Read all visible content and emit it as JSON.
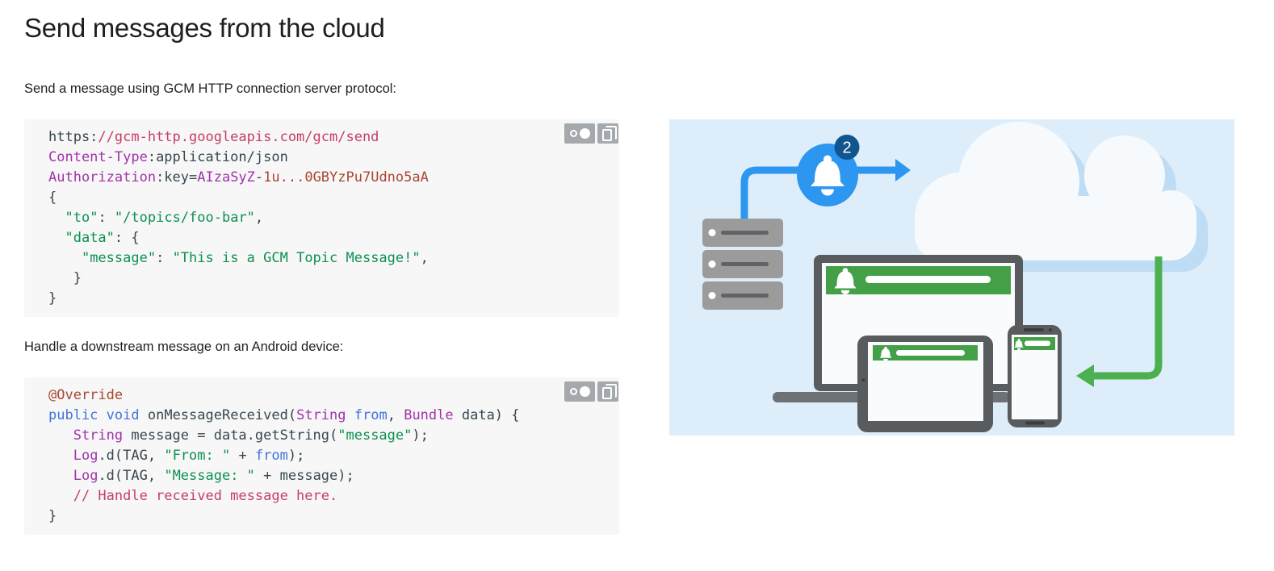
{
  "page": {
    "title": "Send messages from the cloud",
    "intro_http": "Send a message using GCM HTTP connection server protocol:",
    "intro_android": "Handle a downstream message on an Android device:"
  },
  "code_blocks": [
    {
      "id": "gcm-http-request",
      "actions": [
        {
          "name": "code-theme-toggle-button",
          "icon": "theme-toggle-circles-icon"
        },
        {
          "name": "copy-code-button",
          "icon": "copy-icon"
        }
      ],
      "lines": [
        [
          [
            "pln",
            "https:"
          ],
          [
            "com",
            "//gcm-http.googleapis.com/gcm/send"
          ]
        ],
        [
          [
            "typ",
            "Content-Type"
          ],
          [
            "pln",
            ":application/json"
          ]
        ],
        [
          [
            "typ",
            "Authorization"
          ],
          [
            "pln",
            ":key="
          ],
          [
            "typ",
            "AIzaSyZ"
          ],
          [
            "pln",
            "-"
          ],
          [
            "lit",
            "1u...0GBYzPu7Udno5aA"
          ]
        ],
        [
          [
            "pln",
            "{"
          ]
        ],
        [
          [
            "pln",
            "  "
          ],
          [
            "str",
            "\"to\""
          ],
          [
            "pln",
            ": "
          ],
          [
            "str",
            "\"/topics/foo-bar\""
          ],
          [
            "pln",
            ","
          ]
        ],
        [
          [
            "pln",
            "  "
          ],
          [
            "str",
            "\"data\""
          ],
          [
            "pln",
            ": {"
          ]
        ],
        [
          [
            "pln",
            "    "
          ],
          [
            "str",
            "\"message\""
          ],
          [
            "pln",
            ": "
          ],
          [
            "str",
            "\"This is a GCM Topic Message!\""
          ],
          [
            "pln",
            ","
          ]
        ],
        [
          [
            "pln",
            "   }"
          ]
        ],
        [
          [
            "pln",
            "}"
          ]
        ]
      ]
    },
    {
      "id": "android-onmessagereceived",
      "actions": [
        {
          "name": "code-theme-toggle-button",
          "icon": "theme-toggle-circles-icon"
        },
        {
          "name": "copy-code-button",
          "icon": "copy-icon"
        }
      ],
      "lines": [
        [
          [
            "lit",
            "@Override"
          ]
        ],
        [
          [
            "kwd",
            "public"
          ],
          [
            "pln",
            " "
          ],
          [
            "kwd",
            "void"
          ],
          [
            "pln",
            " onMessageReceived("
          ],
          [
            "typ",
            "String"
          ],
          [
            "pln",
            " "
          ],
          [
            "kwd",
            "from"
          ],
          [
            "pln",
            ", "
          ],
          [
            "typ",
            "Bundle"
          ],
          [
            "pln",
            " data) {"
          ]
        ],
        [
          [
            "pln",
            "   "
          ],
          [
            "typ",
            "String"
          ],
          [
            "pln",
            " message = data.getString("
          ],
          [
            "str",
            "\"message\""
          ],
          [
            "pln",
            ");"
          ]
        ],
        [
          [
            "pln",
            "   "
          ],
          [
            "typ",
            "Log"
          ],
          [
            "pln",
            ".d(TAG, "
          ],
          [
            "str",
            "\"From: \""
          ],
          [
            "pln",
            " + "
          ],
          [
            "kwd",
            "from"
          ],
          [
            "pln",
            ");"
          ]
        ],
        [
          [
            "pln",
            "   "
          ],
          [
            "typ",
            "Log"
          ],
          [
            "pln",
            ".d(TAG, "
          ],
          [
            "str",
            "\"Message: \""
          ],
          [
            "pln",
            " + message);"
          ]
        ],
        [
          [
            "pln",
            "   "
          ],
          [
            "com",
            "// Handle received message here."
          ]
        ],
        [
          [
            "pln",
            "}"
          ]
        ]
      ]
    }
  ],
  "syntax_palette": {
    "plain": "#37474f",
    "comment": "#c63e64",
    "string": "#0d904f",
    "keyword": "#4272db",
    "type": "#a033ab",
    "literal": "#a94633",
    "code_background": "#f7f7f7",
    "button_background": "#a4a9ad"
  },
  "illustration": {
    "badge_count": "2",
    "elements": [
      "cloud",
      "cloud-shadow",
      "server-rack",
      "notification-bell-bubble",
      "server-to-cloud-arrow",
      "cloud-to-device-arrow",
      "desktop-monitor",
      "laptop-base",
      "tablet",
      "phone"
    ],
    "colors": {
      "background": "#ddeefa",
      "cloud": "#f7fafd",
      "cloud_shadow": "#bedcf4",
      "accent_blue": "#2c96f0",
      "badge_navy": "#10558e",
      "notification_green": "#43a047",
      "arrow_green": "#4caf50",
      "server_gray": "#9b9b9b",
      "device_frame_gray": "#595c5f",
      "laptop_base_gray": "#6e7175",
      "detail_dark_gray": "#5f6368"
    }
  }
}
